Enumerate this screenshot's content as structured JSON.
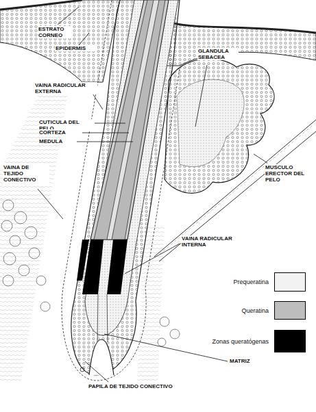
{
  "diagram": {
    "labels": [
      "ESTRATO CORNEO",
      "EPIDERMIS",
      "VAINA RADICULAR EXTERNA",
      "CUTICULA DEL PELO",
      "CORTEZA",
      "MEDULA",
      "GLANDULA SEBACEA",
      "MUSCULO ERECTOR DEL PELO",
      "VAINA DE TEJIDO CONECTIVO",
      "VAINA RADICULAR INTERNA",
      "MATRIZ",
      "PAPILA DE TEJIDO CONECTIVO"
    ],
    "legend": [
      {
        "text": "Prequeratina",
        "color": "#f2f2f2"
      },
      {
        "text": "Queratina",
        "color": "#bdbdbd"
      },
      {
        "text": "Zonas queratógenas",
        "color": "#000000"
      }
    ]
  }
}
